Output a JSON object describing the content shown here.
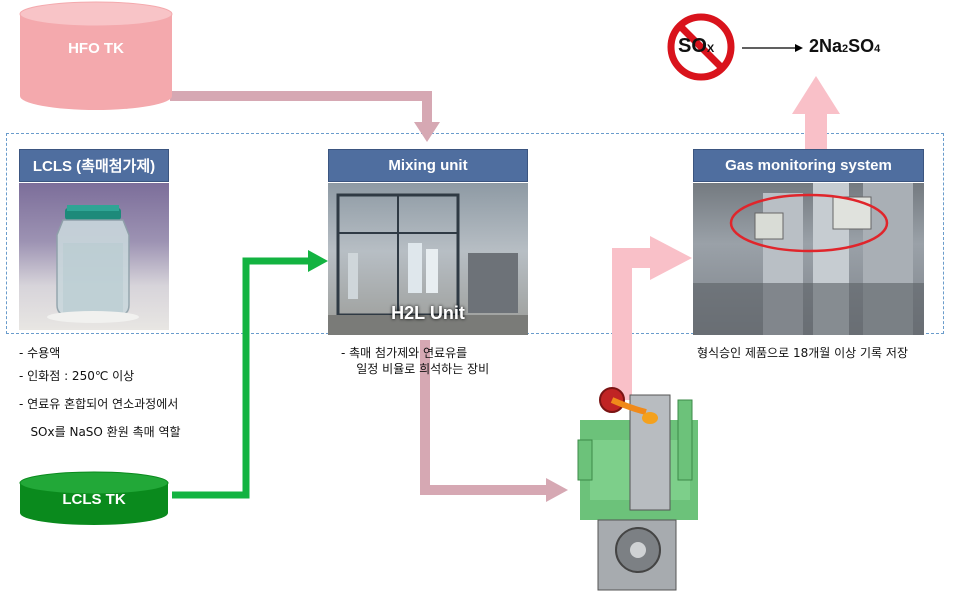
{
  "tanks": {
    "hfo": {
      "label": "HFO  TK",
      "color": "#f4a9ad"
    },
    "lcls": {
      "label": "LCLS  TK",
      "color": "#0a8a1d"
    }
  },
  "panels": {
    "lcls": {
      "title": "LCLS (촉매첨가제)"
    },
    "mixing": {
      "title": "Mixing unit",
      "overlay": "H2L Unit"
    },
    "gas": {
      "title": "Gas monitoring  system"
    }
  },
  "notes": {
    "lcls": [
      "-  수용액",
      "-  인화점  : 250℃ 이상",
      "-  연료유 혼합되어 연소과정에서",
      "   SOx를 NaSO 환원 촉매 역할"
    ],
    "mixing": [
      "-  촉매 첨가제와 연료유를",
      "    일정 비율로 희석하는 장비"
    ],
    "gas": [
      "형식승인 제품으로 18개월 이상 기록 저장"
    ]
  },
  "sox": {
    "no_symbol": "SO",
    "no_symbol_sub": "X",
    "product_main": "2Na",
    "product_sub1": "2",
    "product_mid": "SO",
    "product_sub2": "4"
  },
  "colors": {
    "header": "#4f6e9f",
    "green_arrow": "#13b341",
    "mauve_arrow": "#d6a8b3",
    "pink_arrow": "#f9c0c8",
    "prohibit_red": "#d9131c"
  }
}
